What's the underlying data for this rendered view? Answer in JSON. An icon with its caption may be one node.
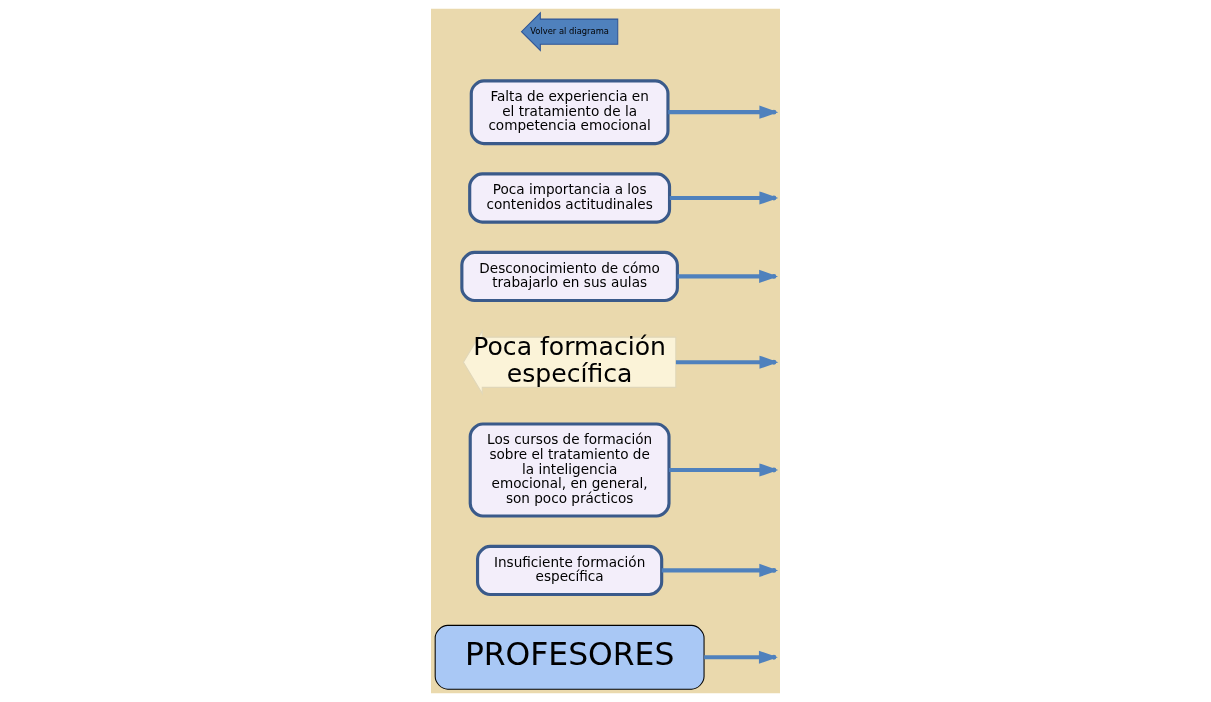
{
  "diagram": {
    "nodes": [
      {
        "text": [
          "PROFESORES"
        ]
      },
      {
        "text": [
          "Insuficiente formación específica"
        ]
      },
      {
        "text": [
          "Los cursos de formación sobre el tratamiento de la inteligencia emocional, en general, son poco prácticos"
        ]
      },
      {
        "text": [
          "Poca formación específica"
        ]
      },
      {
        "text": [
          "Desconocimiento de cómo trabajarlo en sus aulas"
        ]
      },
      {
        "text": [
          "Poca importancia a los contenidos actitudinales"
        ]
      },
      {
        "text": [
          "Falta de experiencia en el tratamiento de la competencia emocional"
        ]
      },
      {
        "text": [
          "Volver al diagrama"
        ]
      }
    ],
    "edges": [
      {
        "from": 0,
        "to": null,
        "arrow": "to"
      },
      {
        "from": 3,
        "to": null,
        "arrow": "to"
      },
      {
        "from": 1,
        "to": null,
        "arrow": "to"
      },
      {
        "from": 2,
        "to": null,
        "arrow": "to"
      },
      {
        "from": 5,
        "to": null,
        "arrow": "to"
      },
      {
        "from": 6,
        "to": null,
        "arrow": "to"
      },
      {
        "from": 4,
        "to": null,
        "arrow": "to"
      }
    ]
  }
}
